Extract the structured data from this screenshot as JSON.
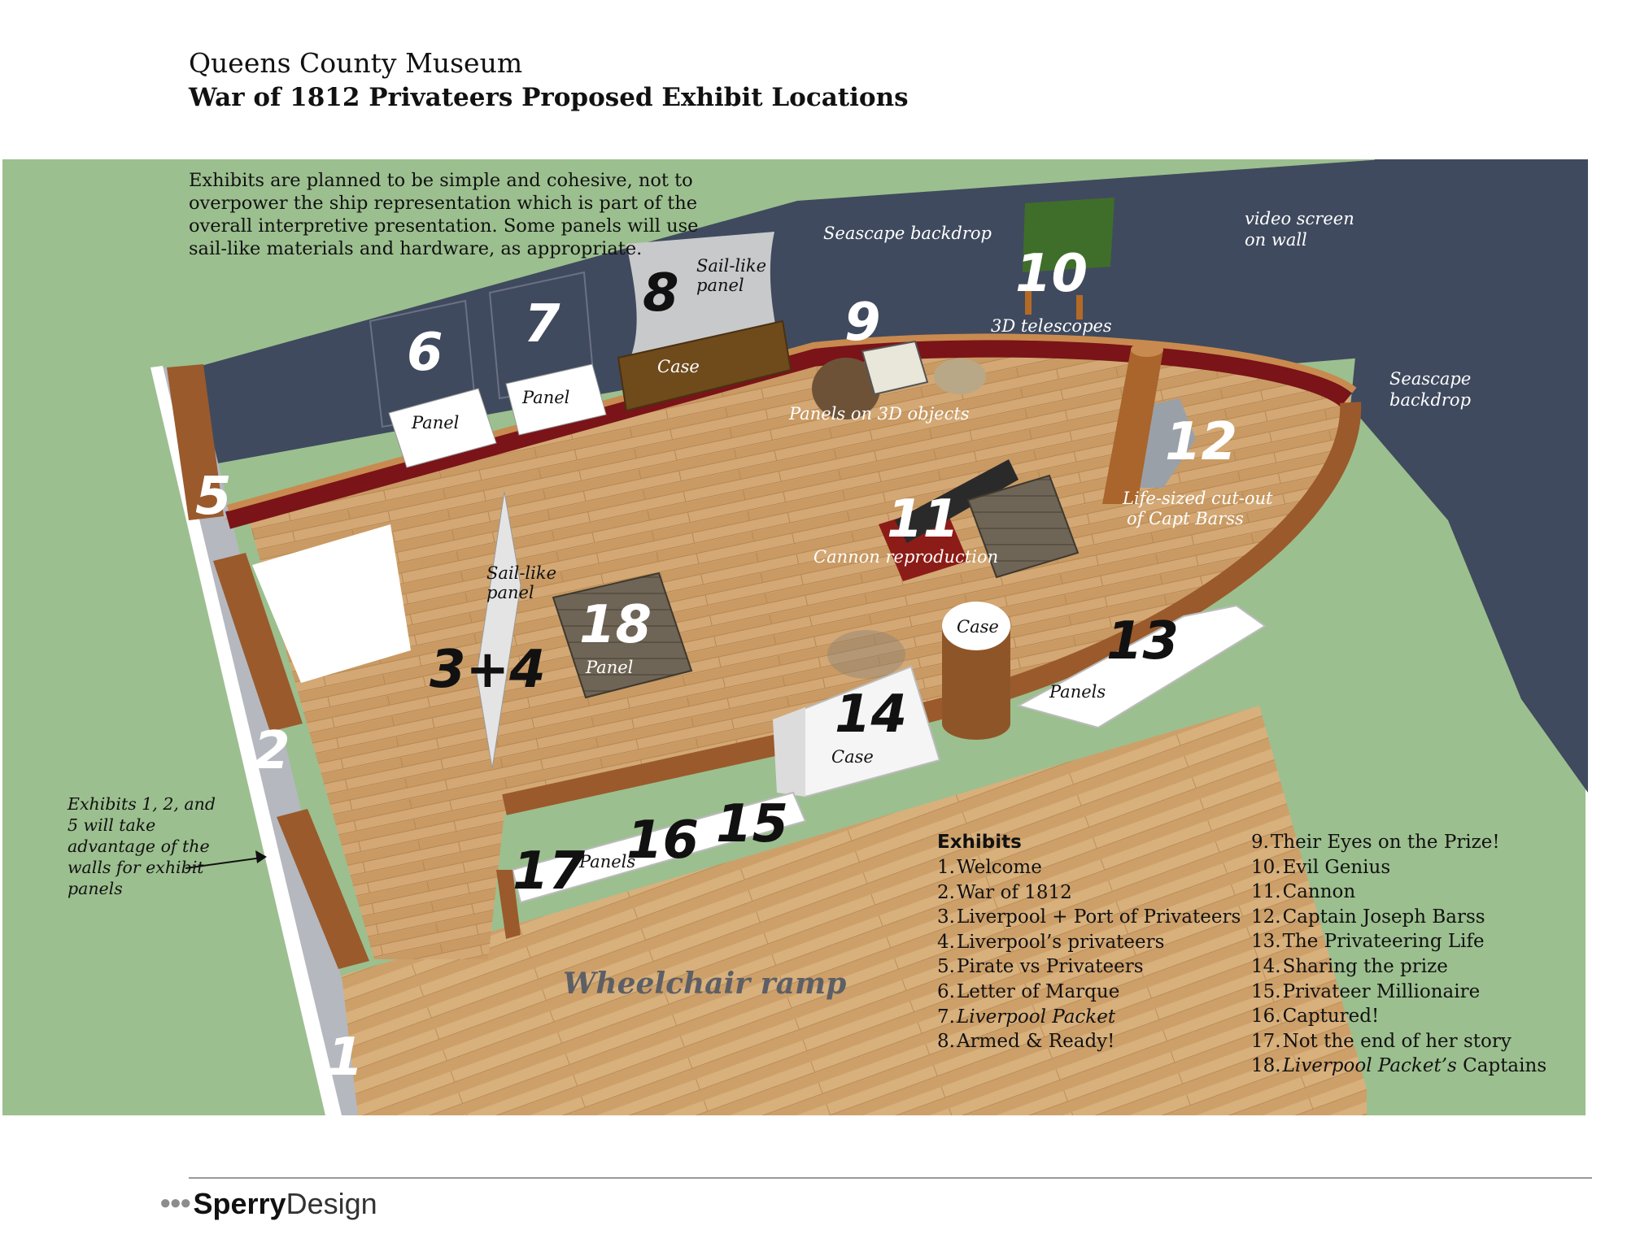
{
  "header": {
    "museum": "Queens County Museum",
    "title": "War of 1812 Privateers Proposed Exhibit Locations"
  },
  "intro_text": "Exhibits are planned to be simple and cohesive, not to overpower the ship representation which is part of the overall interpretive presentation. Some panels will use sail-like materials and hardware, as appropriate.",
  "side_note": "Exhibits 1, 2, and 5 will take advantage of the walls for exhibit panels",
  "labels": {
    "seascape_top": "Seascape backdrop",
    "seascape_right": "Seascape backdrop",
    "video_screen": "video screen on wall",
    "telescopes": "3D telescopes",
    "panels_3d": "Panels on 3D objects",
    "cutout": "Life-sized cut-out of Capt Barss",
    "cannon": "Cannon reproduction",
    "sail_panel_8": "Sail-like panel",
    "sail_panel_34": "Sail-like panel",
    "panel_6": "Panel",
    "panel_7": "Panel",
    "case_8": "Case",
    "panel_18": "Panel",
    "case_round": "Case",
    "case_14": "Case",
    "panels_13": "Panels",
    "panels_17": "Panels",
    "ramp": "Wheelchair ramp"
  },
  "numbers": {
    "n1": "1",
    "n2": "2",
    "n34": "3+4",
    "n5": "5",
    "n6": "6",
    "n7": "7",
    "n8": "8",
    "n9": "9",
    "n10": "10",
    "n11": "11",
    "n12": "12",
    "n13": "13",
    "n14": "14",
    "n15": "15",
    "n16": "16",
    "n17": "17",
    "n18": "18"
  },
  "legend": {
    "title": "Exhibits",
    "col1": [
      {
        "num": "1.",
        "text": "Welcome"
      },
      {
        "num": "2.",
        "text": "War of 1812"
      },
      {
        "num": "3.",
        "text": "Liverpool + Port of Privateers"
      },
      {
        "num": "4.",
        "text": "Liverpool’s privateers"
      },
      {
        "num": "5.",
        "text": "Pirate vs Privateers"
      },
      {
        "num": "6.",
        "text": "Letter of Marque"
      },
      {
        "num": "7.",
        "text": "Liverpool Packet"
      },
      {
        "num": "8.",
        "text": "Armed & Ready!"
      }
    ],
    "col2": [
      {
        "num": "9.",
        "text": "Their Eyes on the Prize!"
      },
      {
        "num": "10.",
        "text": "Evil Genius"
      },
      {
        "num": "11.",
        "text": "Cannon"
      },
      {
        "num": "12.",
        "text": "Captain Joseph Barss"
      },
      {
        "num": "13.",
        "text": "The Privateering Life"
      },
      {
        "num": "14.",
        "text": "Sharing the prize"
      },
      {
        "num": "15.",
        "text": "Privateer Millionaire"
      },
      {
        "num": "16.",
        "text": "Captured!"
      },
      {
        "num": "17.",
        "text": "Not the end of her story"
      },
      {
        "num": "18.",
        "text_pre": "Liverpool Packet’s",
        "text": "Captains"
      }
    ]
  },
  "footer": {
    "logo_bold": "Sperry",
    "logo_light": "Design"
  },
  "colors": {
    "ground": "#9cbf8f",
    "wall": "#3f4a5e",
    "deck": "#cfa46e",
    "hull": "#9a5a2c",
    "rail_red": "#7a1418",
    "video_screen": "#3f6e2a"
  }
}
